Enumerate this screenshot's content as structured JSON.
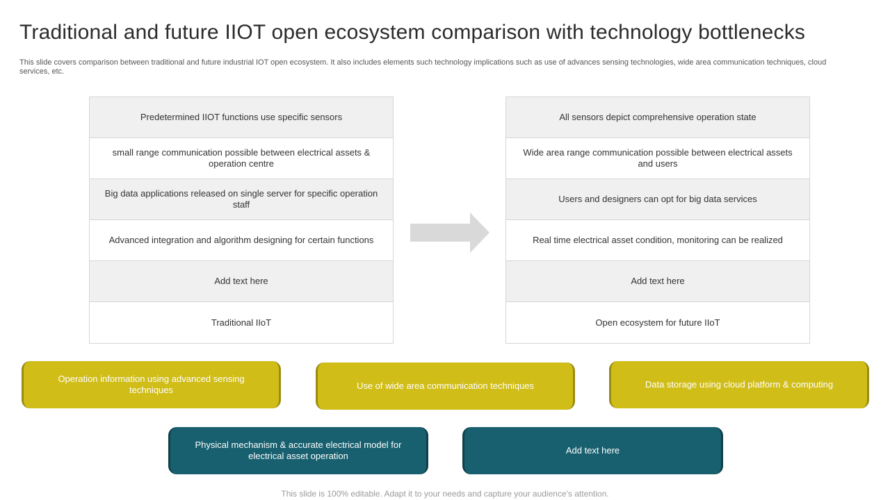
{
  "title": "Traditional and future IIOT open ecosystem comparison with technology bottlenecks",
  "subtitle": "This slide covers comparison between traditional and future industrial IOT open ecosystem. It also includes elements such technology implications such as use of advances sensing technologies, wide area communication techniques, cloud services, etc.",
  "traditional": {
    "rows": [
      "Predetermined  IIOT functions use specific sensors",
      "small range communication possible between electrical assets & operation centre",
      "Big data applications released on single server for specific operation staff",
      "Advanced integration and algorithm designing for certain functions",
      "Add text here",
      "Traditional  IIoT"
    ]
  },
  "future": {
    "rows": [
      "All sensors depict comprehensive  operation state",
      "Wide area  range communication possible between electrical assets and users",
      "Users and designers can opt for big data services",
      "Real time electrical asset condition, monitoring can be realized",
      "Add text here",
      "Open ecosystem for future IIoT"
    ]
  },
  "bottlenecks": {
    "row1": [
      "Operation information using advanced  sensing techniques",
      "Use of wide area communication techniques",
      "Data storage using cloud platform  & computing"
    ],
    "row2": [
      "Physical mechanism & accurate electrical model for electrical asset operation",
      "Add text here"
    ]
  },
  "footer": "This slide is 100% editable. Adapt it to your needs and capture your audience's attention.",
  "colors": {
    "gold": "#d0bd18",
    "teal": "#18606f",
    "cell_shade": "#f0f0f0",
    "arrow": "#d9d9d9"
  },
  "icons": {
    "arrow": "right-arrow-icon"
  }
}
